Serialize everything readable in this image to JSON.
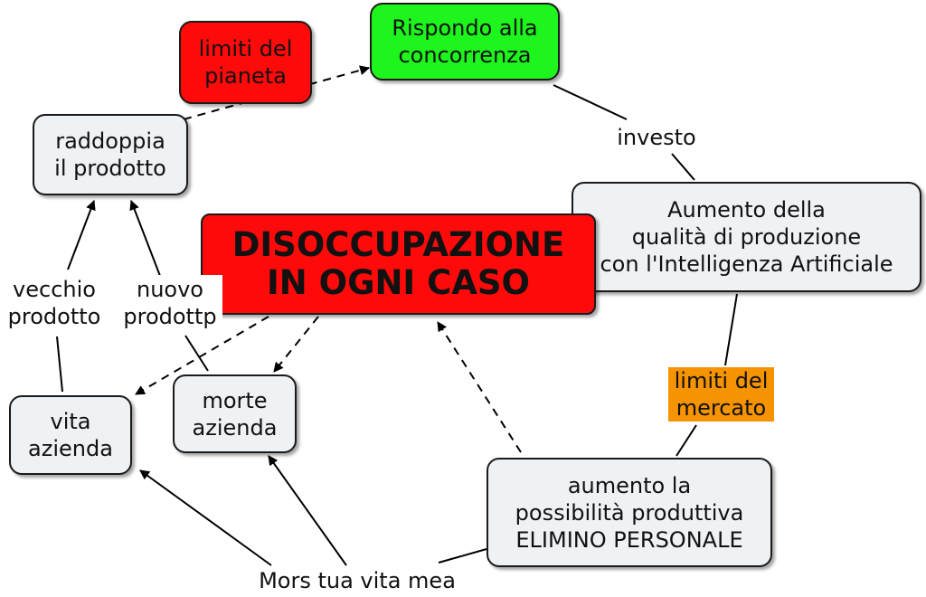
{
  "diagram": {
    "nodes": {
      "main": "DISOCCUPAZIONE\nIN OGNI CASO",
      "rispondo": "Rispondo alla\nconcorrenza",
      "limiti_pianeta": "limiti del\npianeta",
      "raddoppia": "raddoppia\nil prodotto",
      "aumento_qualita": "Aumento della\nqualità di produzione\ncon l'Intelligenza Artificiale",
      "vita_azienda": "vita\nazienda",
      "morte_azienda": "morte\nazienda",
      "aumento_possibilita": "aumento la\npossibilità produttiva\nELIMINO PERSONALE"
    },
    "link_labels": {
      "investo": "investo",
      "limiti_mercato": "limiti del\nmercato",
      "vecchio_prodotto": "vecchio\nprodotto",
      "nuovo_prodotto": "nuovo\nprodottp",
      "mors": "Mors tua vita mea"
    },
    "colors": {
      "main": "#ff0a0a",
      "rispondo": "#1df51d",
      "limiti_pianeta": "#ff0a0a",
      "limiti_mercato": "#f59300",
      "concept": "#eef2f5"
    }
  }
}
